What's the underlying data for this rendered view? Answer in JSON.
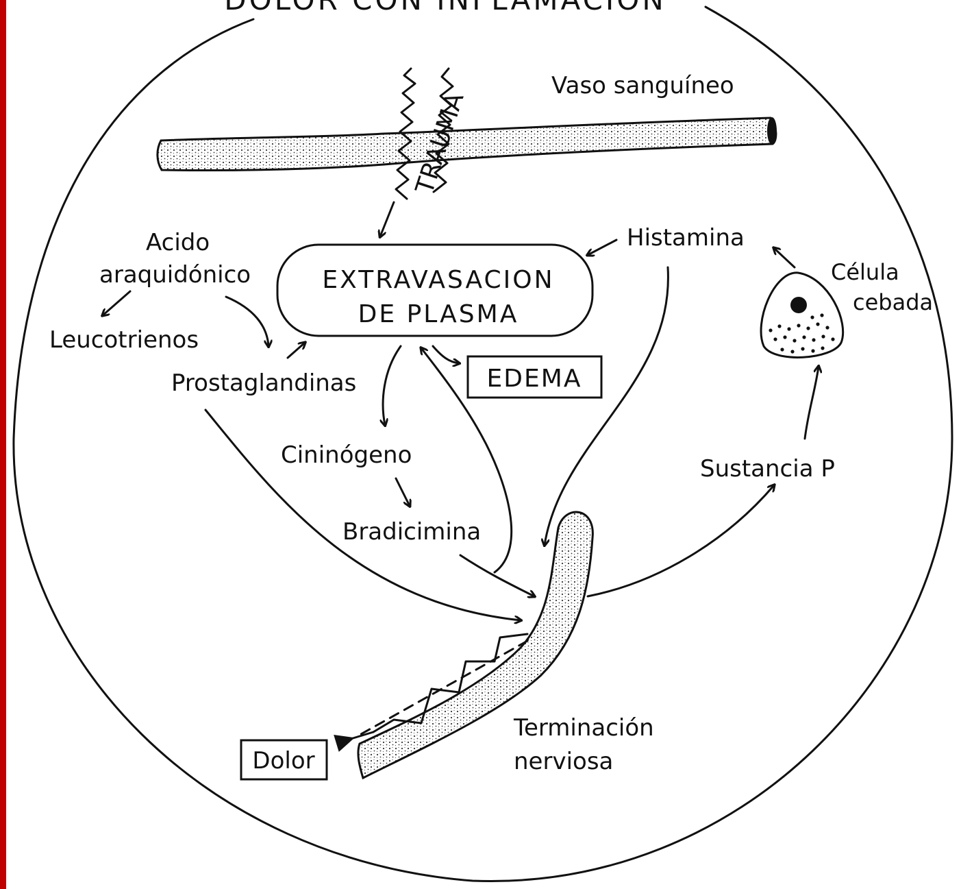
{
  "colors": {
    "ink": "#111111",
    "paper": "#ffffff",
    "left_bar": "#c00000",
    "stipple": "#333333"
  },
  "diagram": {
    "title": "DOLOR CON INFLAMACION",
    "labels": {
      "vaso": "Vaso sanguíneo",
      "trauma": "TRAUMA",
      "acido_1": "Acido",
      "acido_2": "araquidónico",
      "leucotrienos": "Leucotrienos",
      "prostaglandinas": "Prostaglandinas",
      "extravasacion_1": "EXTRAVASACION",
      "extravasacion_2": "DE PLASMA",
      "edema": "EDEMA",
      "histamina": "Histamina",
      "celula_1": "Célula",
      "celula_2": "cebada",
      "cininogeno": "Cininógeno",
      "bradicimina": "Bradicimina",
      "sustancia_p": "Sustancia P",
      "terminacion_1": "Terminación",
      "terminacion_2": "nerviosa",
      "dolor": "Dolor"
    }
  }
}
